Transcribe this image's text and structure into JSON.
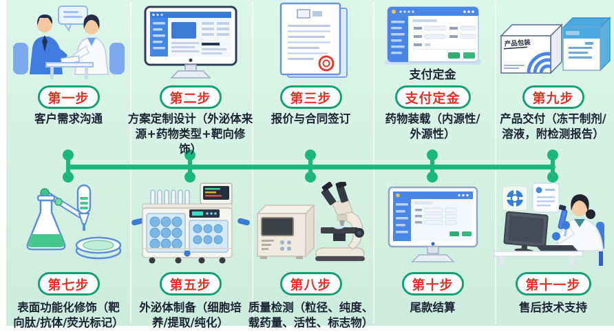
{
  "page": {
    "background_color": "#d8f3e7",
    "timeline_color": "#1ab77e",
    "badge_border_color": "#12a173",
    "badge_text_color": "#e23127",
    "caption_color": "#1c2433"
  },
  "steps": {
    "top": [
      {
        "badge": "第一步",
        "caption": "客户需求沟通",
        "illustration": "consultation-illustration"
      },
      {
        "badge": "第二步",
        "caption": "方案定制设计（外泌体来源+药物类型+靶向修饰）",
        "illustration": "design-monitor-illustration"
      },
      {
        "badge": "第三步",
        "caption": "报价与合同签订",
        "illustration": "contract-illustration"
      },
      {
        "badge": "支付定金",
        "sublabel": "支付定金",
        "caption": "药物装载（内源性/外源性）",
        "illustration": "payment-window-illustration"
      },
      {
        "badge": "第九步",
        "caption": "产品交付（冻干制剂/溶液，附检测报告）",
        "box_label": "产品包装",
        "illustration": "product-boxes-illustration"
      }
    ],
    "bottom": [
      {
        "badge": "第七步",
        "caption": "表面功能化修饰（靶向肽/抗体/荧光标记）",
        "illustration": "lab-glassware-illustration"
      },
      {
        "badge": "第五步",
        "caption": "外泌体制备（细胞培养/提取/纯化）",
        "illustration": "bioreactor-illustration"
      },
      {
        "badge": "第八步",
        "caption": "质量检测（粒径、纯度、载药量、活性、标志物）",
        "illustration": "qc-instruments-illustration"
      },
      {
        "badge": "第十步",
        "caption": "尾款结算",
        "illustration": "settlement-monitor-illustration"
      },
      {
        "badge": "第十一步",
        "caption": "售后技术支持",
        "illustration": "support-scientist-illustration"
      }
    ]
  }
}
